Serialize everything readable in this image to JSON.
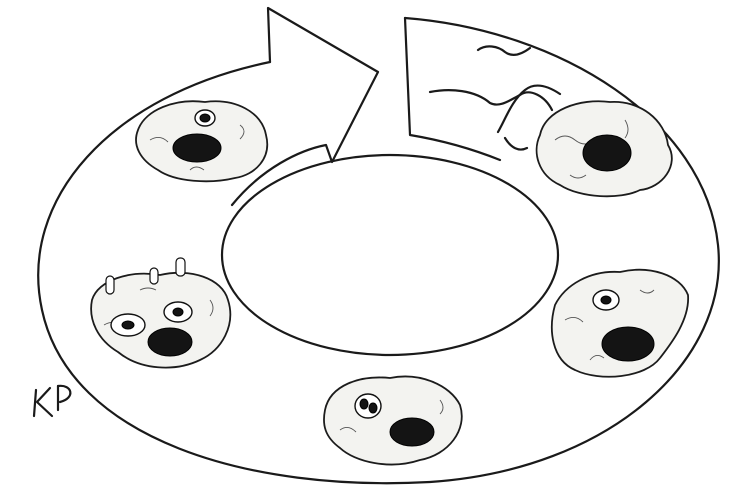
{
  "figure": {
    "signature": "KP",
    "stages": [
      {
        "id": "stage-1",
        "icon": "bacteria-approaching-cell"
      },
      {
        "id": "stage-2",
        "icon": "cell-with-ingested-particle"
      },
      {
        "id": "stage-3",
        "icon": "cell-with-ingested-particle"
      },
      {
        "id": "stage-4",
        "icon": "cell-with-multiple-vacuoles"
      },
      {
        "id": "stage-5",
        "icon": "cell-with-nucleus"
      }
    ],
    "colors": {
      "ink": "#1a1a1a",
      "cell_fill": "#f3f3f0",
      "background": "#ffffff"
    }
  }
}
